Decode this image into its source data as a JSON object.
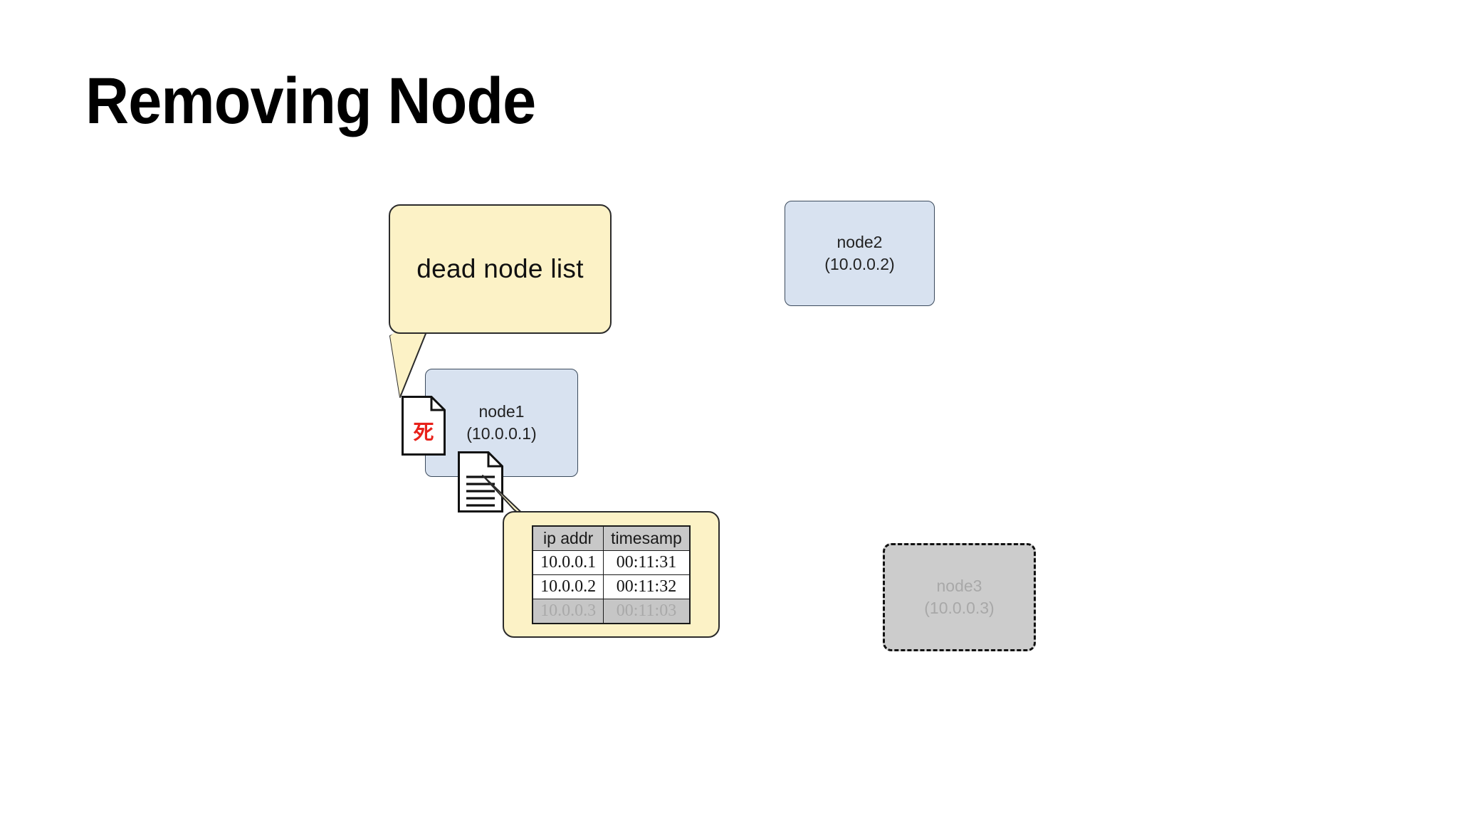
{
  "slide": {
    "title": "Removing Node",
    "background_color": "#ffffff"
  },
  "colors": {
    "node_alive_fill": "#d8e2f0",
    "node_alive_border": "#3b4a5c",
    "node_dead_fill": "#cccccc",
    "node_dead_border": "#111111",
    "node_dead_text": "#a8a8a8",
    "callout_fill": "#fcf2c6",
    "callout_border": "#2b2b2b",
    "table_header_fill": "#c8c8c8",
    "table_removed_fill": "#c6c6c6",
    "table_removed_text": "#a9a9a9",
    "dead_mark_red": "#e8211a",
    "title_text": "#000000"
  },
  "nodes": [
    {
      "id": "node1",
      "label": "node1",
      "ip": "(10.0.0.1)",
      "state": "alive"
    },
    {
      "id": "node2",
      "label": "node2",
      "ip": "(10.0.0.2)",
      "state": "alive"
    },
    {
      "id": "node3",
      "label": "node3",
      "ip": "(10.0.0.3)",
      "state": "removed"
    }
  ],
  "callouts": {
    "dead_node_list": {
      "text": "dead node list"
    },
    "table_callout": {
      "columns": [
        "ip addr",
        "timesamp"
      ],
      "rows": [
        {
          "ip": "10.0.0.1",
          "timestamp": "00:11:31",
          "removed": false
        },
        {
          "ip": "10.0.0.2",
          "timestamp": "00:11:32",
          "removed": false
        },
        {
          "ip": "10.0.0.3",
          "timestamp": "00:11:03",
          "removed": true
        }
      ]
    }
  },
  "icons": {
    "dead_document": {
      "name": "document-dead-icon",
      "glyph": "死"
    },
    "list_document": {
      "name": "document-lines-icon",
      "line_count": 5
    }
  }
}
